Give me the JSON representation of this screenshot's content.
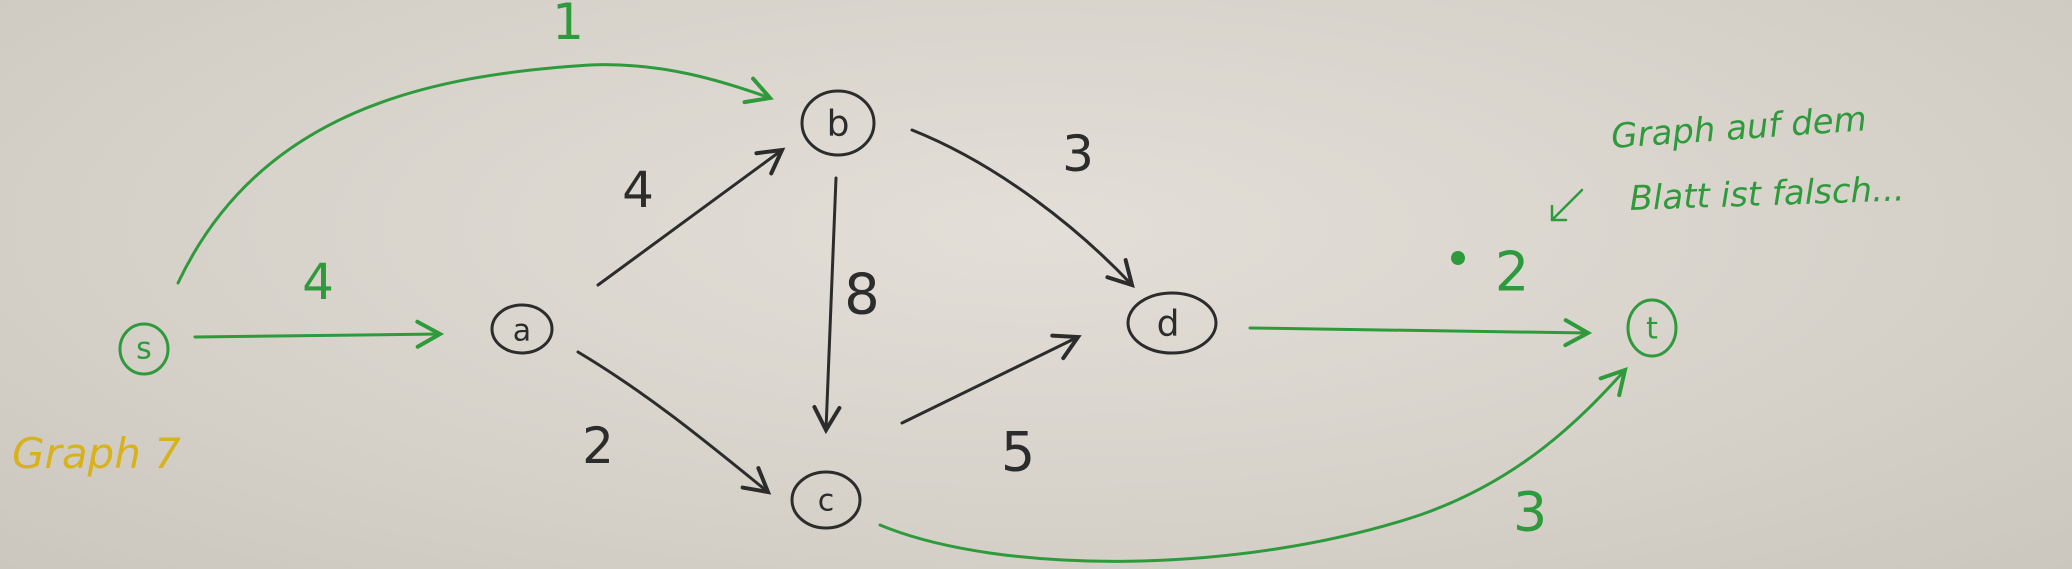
{
  "colors": {
    "black_ink": "#2c2c2c",
    "green_ink": "#2e9a3c",
    "yellow_ink": "#d8b21c",
    "board": "#dcd8d0"
  },
  "nodes": [
    {
      "id": "s",
      "label": "s",
      "ink": "green"
    },
    {
      "id": "a",
      "label": "a",
      "ink": "black"
    },
    {
      "id": "b",
      "label": "b",
      "ink": "black"
    },
    {
      "id": "c",
      "label": "c",
      "ink": "black"
    },
    {
      "id": "d",
      "label": "d",
      "ink": "black"
    },
    {
      "id": "t",
      "label": "t",
      "ink": "green"
    }
  ],
  "edges": [
    {
      "from": "s",
      "to": "b",
      "weight": "1",
      "ink": "green"
    },
    {
      "from": "s",
      "to": "a",
      "weight": "4",
      "ink": "green"
    },
    {
      "from": "a",
      "to": "b",
      "weight": "4",
      "ink": "black"
    },
    {
      "from": "a",
      "to": "c",
      "weight": "2",
      "ink": "black"
    },
    {
      "from": "b",
      "to": "c",
      "weight": "8",
      "ink": "black"
    },
    {
      "from": "b",
      "to": "d",
      "weight": "3",
      "ink": "black"
    },
    {
      "from": "c",
      "to": "d",
      "weight": "5",
      "ink": "black"
    },
    {
      "from": "d",
      "to": "t",
      "weight": "2",
      "ink": "green"
    },
    {
      "from": "c",
      "to": "t",
      "weight": "3",
      "ink": "green"
    }
  ],
  "graph_label": "Graph 7",
  "note": {
    "line1": "Graph auf dem",
    "line2": "Blatt ist falsch..."
  }
}
